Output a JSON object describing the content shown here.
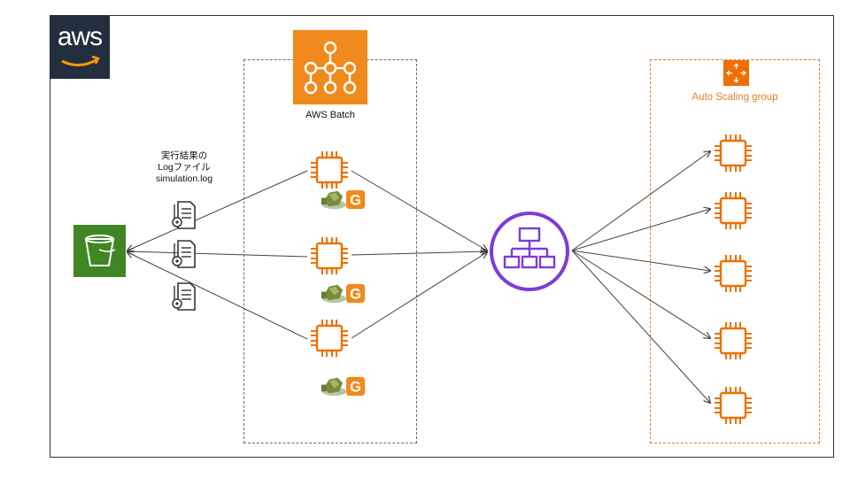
{
  "diagram": {
    "aws_logo_text": "aws",
    "batch_label": "AWS Batch",
    "asg_label": "Auto Scaling group",
    "log_label_line1": "実行結果の",
    "log_label_line2": "Logファイル",
    "log_label_line3": "simulation.log"
  },
  "colors": {
    "aws_dark": "#232f3e",
    "batch_orange": "#f08a1c",
    "ec2_orange": "#ed7100",
    "s3_green": "#3f8624",
    "elb_purple": "#7d3cd6",
    "asg_dashed": "#e07b2a",
    "batch_dashed": "#5a6b86"
  },
  "icons": [
    "aws-logo",
    "aws-batch-icon",
    "s3-bucket-icon",
    "ec2-instance-icon",
    "load-balancer-icon",
    "auto-scaling-icon",
    "log-file-icon",
    "gradle-container-icon"
  ]
}
